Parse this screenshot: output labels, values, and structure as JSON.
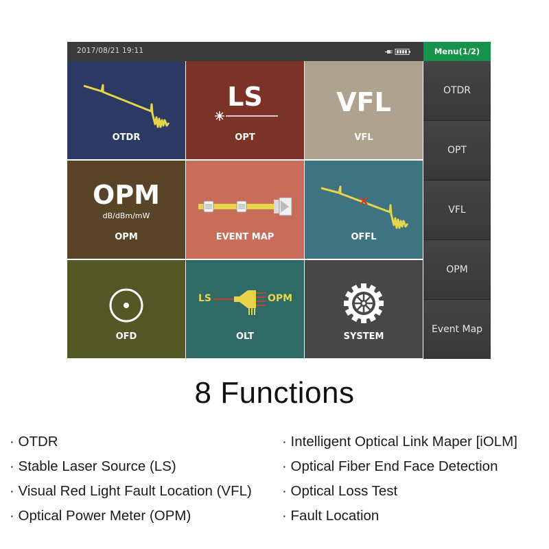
{
  "status_bar": {
    "datetime": "2017/08/21  19:11",
    "icons": [
      "plug-icon",
      "battery-icon"
    ]
  },
  "menu_header": "Menu(1/2)",
  "tiles": [
    {
      "label": "OTDR",
      "color": "#2c3a63",
      "icon": "otdr-trace-icon"
    },
    {
      "label": "OPT",
      "big": "LS",
      "color": "#7a3326",
      "icon": "laser-source-icon"
    },
    {
      "label": "VFL",
      "big": "VFL",
      "color": "#ada38f"
    },
    {
      "label": "OPM",
      "big": "OPM",
      "sub": "dB/dBm/mW",
      "color": "#5a4427"
    },
    {
      "label": "EVENT MAP",
      "color": "#c96d5a",
      "icon": "event-map-icon"
    },
    {
      "label": "OFFL",
      "color": "#3e7482",
      "icon": "fault-trace-icon"
    },
    {
      "label": "OFD",
      "color": "#535826",
      "icon": "circle-dot-icon"
    },
    {
      "label": "OLT",
      "color": "#306a66",
      "icon": "splitter-icon",
      "left_text": "LS",
      "right_text": "OPM"
    },
    {
      "label": "SYSTEM",
      "color": "#484848",
      "icon": "gear-icon"
    }
  ],
  "side_menu": [
    "OTDR",
    "OPT",
    "VFL",
    "OPM",
    "Event Map"
  ],
  "headline": "8 Functions",
  "features_left": [
    "· OTDR",
    "· Stable Laser Source (LS)",
    "· Visual Red Light Fault Location (VFL)",
    "· Optical Power Meter (OPM)"
  ],
  "features_right": [
    "· Intelligent Optical Link Maper [iOLM]",
    "· Optical Fiber End Face Detection",
    "· Optical Loss Test",
    "· Fault Location"
  ],
  "colors": {
    "accent_yellow": "#e8d44a",
    "menu_green": "#15934a",
    "fault_red": "#d23a2a"
  }
}
